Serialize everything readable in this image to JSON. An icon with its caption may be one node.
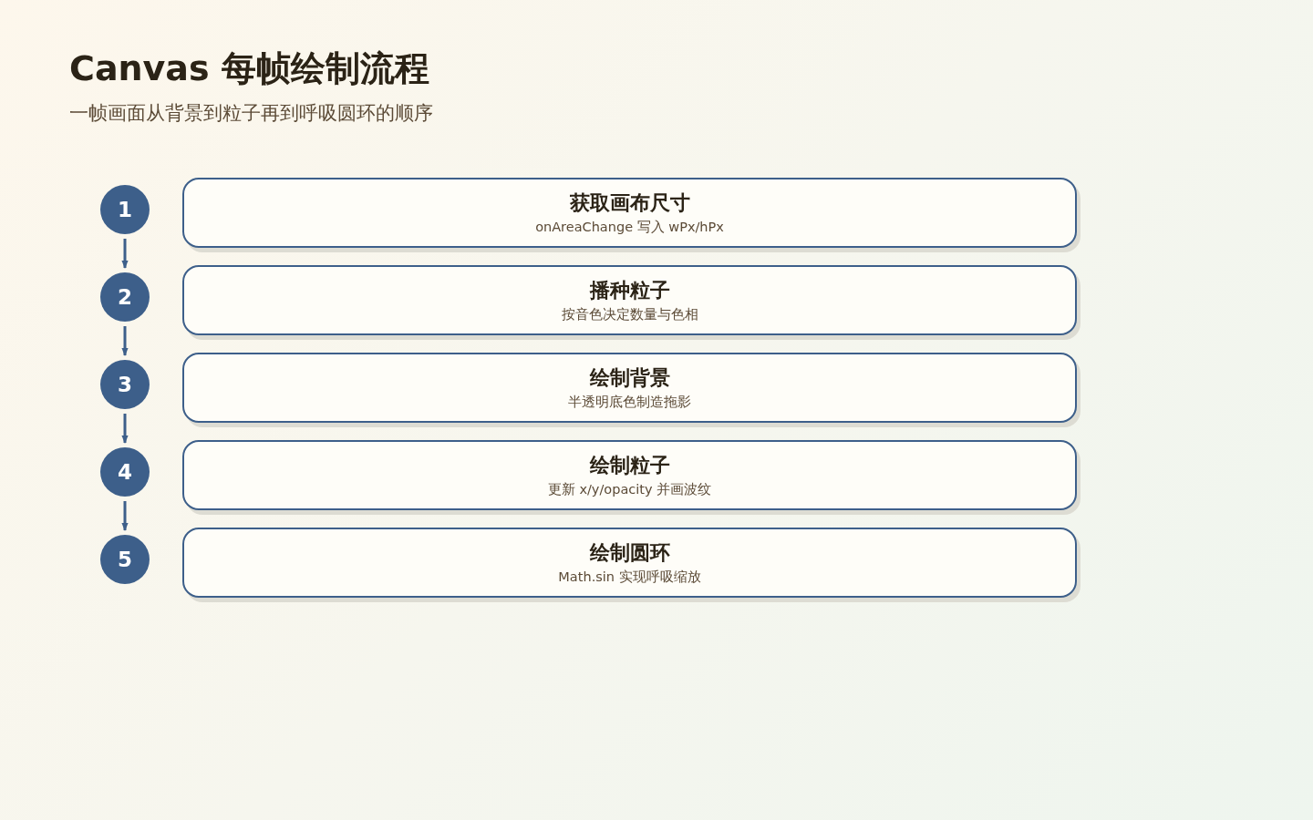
{
  "diagram": {
    "title": "Canvas 每帧绘制流程",
    "nodes": [
      {
        "text": [
          "1"
        ]
      },
      {
        "text": [
          "获取画布尺寸",
          "onAreaChange 写入 wPx/hPx"
        ]
      },
      {
        "text": [
          "2"
        ]
      },
      {
        "text": [
          "播种粒子",
          "按音色决定数量与色相"
        ]
      },
      {
        "text": [
          "3"
        ]
      },
      {
        "text": [
          "绘制背景",
          "半透明底色制造拖影"
        ]
      },
      {
        "text": [
          "4"
        ]
      },
      {
        "text": [
          "绘制粒子",
          "更新 x/y/opacity 并画波纹"
        ]
      },
      {
        "text": [
          "5"
        ]
      },
      {
        "text": [
          "绘制圆环",
          "Math.sin 实现呼吸缩放"
        ]
      }
    ],
    "edges": [
      {
        "from": 0,
        "to": 2,
        "arrow": "to"
      },
      {
        "from": 2,
        "to": 4,
        "arrow": "to"
      },
      {
        "from": 4,
        "to": 6,
        "arrow": "to"
      },
      {
        "from": 6,
        "to": 8,
        "arrow": "to"
      }
    ],
    "labels": [
      "一帧画面从背景到粒子再到呼吸圆环的顺序"
    ]
  }
}
